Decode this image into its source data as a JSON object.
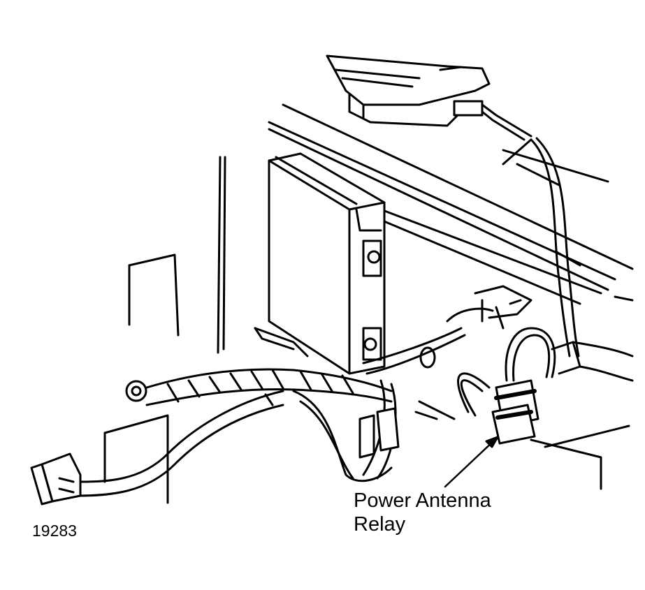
{
  "callout": {
    "line1": "Power Antenna",
    "line2": "Relay"
  },
  "figure_number": "19283",
  "colors": {
    "ink": "#000000",
    "paper": "#ffffff"
  }
}
